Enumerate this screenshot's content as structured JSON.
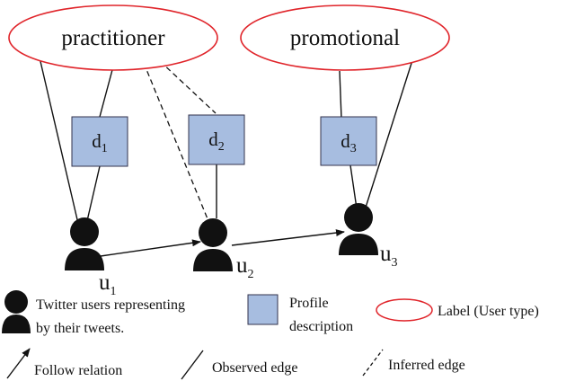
{
  "labels": {
    "practitioner": "practitioner",
    "promotional": "promotional"
  },
  "profiles": {
    "d1": {
      "base": "d",
      "sub": "1"
    },
    "d2": {
      "base": "d",
      "sub": "2"
    },
    "d3": {
      "base": "d",
      "sub": "3"
    }
  },
  "users": {
    "u1": {
      "base": "u",
      "sub": "1"
    },
    "u2": {
      "base": "u",
      "sub": "2"
    },
    "u3": {
      "base": "u",
      "sub": "3"
    }
  },
  "legend": {
    "user_line1": "Twitter users representing",
    "user_line2": "by their tweets.",
    "profile_line1": "Profile",
    "profile_line2": "description",
    "label_text": "Label (User type)",
    "follow": "Follow relation",
    "observed": "Observed edge",
    "inferred": "Inferred edge"
  },
  "colors": {
    "label_ellipse_stroke": "#e0242a",
    "profile_fill": "#a7bde0",
    "profile_stroke": "#33334d",
    "user_fill": "#111111",
    "edge": "#111111"
  }
}
